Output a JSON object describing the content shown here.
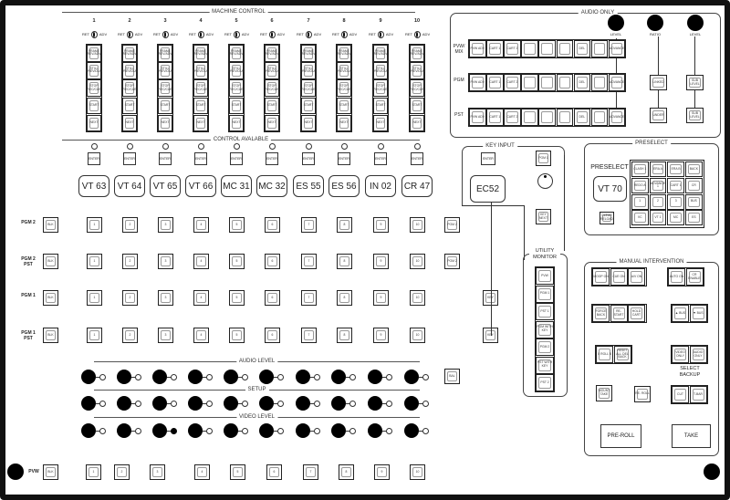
{
  "machine_control": {
    "title": "MACHINE CONTROL",
    "numbers": [
      "1",
      "2",
      "3",
      "4",
      "5",
      "6",
      "7",
      "8",
      "9",
      "10"
    ],
    "ret_label": "RET",
    "adv_label": "ADV",
    "buttons": [
      "FRAME REV/ADV",
      "STILL PREVIOUS",
      "STOP REC/CUE",
      "START",
      "NEXT"
    ]
  },
  "control_available": {
    "title": "CONTROL AVALABLE",
    "enter_label": "ENTER",
    "sources": [
      "VT 63",
      "VT 64",
      "VT 65",
      "VT 66",
      "MC 31",
      "MC 32",
      "ES 55",
      "ES 56",
      "IN 02",
      "CR 47"
    ]
  },
  "crosspoints": {
    "rows": [
      {
        "label": "PGM 2",
        "buttons": [
          "BLK",
          "1",
          "2",
          "3",
          "4",
          "5",
          "6",
          "7",
          "8",
          "9",
          "10"
        ],
        "extra": "PGM 2"
      },
      {
        "label": "PGM 2 PST",
        "buttons": [
          "BLK",
          "1",
          "2",
          "3",
          "4",
          "5",
          "6",
          "7",
          "8",
          "9",
          "10"
        ],
        "extra": "PGM 2"
      },
      {
        "label": "PGM 1",
        "buttons": [
          "BLK",
          "1",
          "2",
          "3",
          "4",
          "5",
          "6",
          "7",
          "8",
          "9",
          "10"
        ],
        "extra": "KEY"
      },
      {
        "label": "PGM 1 PST",
        "buttons": [
          "BLK",
          "1",
          "2",
          "3",
          "4",
          "5",
          "6",
          "7",
          "8",
          "9",
          "10"
        ],
        "extra": "KEY"
      }
    ],
    "pvw": {
      "label": "PVW",
      "buttons": [
        "BLK",
        "1",
        "2",
        "3",
        "4",
        "5",
        "6",
        "7",
        "8",
        "9",
        "10"
      ]
    }
  },
  "knob_rows": {
    "audio_level": "AUDIO LEVEL",
    "setup": "SETUP",
    "video_level": "VIDEO LEVEL",
    "audio_button": "BAL"
  },
  "audio_only": {
    "title": "AUDIO ONLY",
    "knob_labels": [
      "LEVEL",
      "RATIO",
      "LEVEL"
    ],
    "rows": [
      {
        "label": "PVW/ MIX",
        "buttons": [
          "PVW ADV",
          "CART 1",
          "CART 2",
          "",
          "",
          "",
          "DEL",
          "",
          "ADVANCE"
        ]
      },
      {
        "label": "PGM",
        "buttons": [
          "PVW ADV",
          "CART 1",
          "CART 2",
          "",
          "",
          "",
          "DEL",
          "",
          "ADVANCE"
        ]
      },
      {
        "label": "PST",
        "buttons": [
          "PVW ADV",
          "CART 1",
          "CART 2",
          "",
          "",
          "",
          "DEL",
          "",
          "ADVANCE"
        ]
      }
    ],
    "ratio_buttons": [
      "LINKED",
      "UNDER"
    ],
    "level_buttons": [
      "SUB LEVEL",
      "SUB LEVEL"
    ]
  },
  "key_input": {
    "title": "KEY INPUT",
    "enter_label": "ENTER",
    "source": "EC52",
    "buttons": [
      "PGM 1",
      "KEY NEXT"
    ]
  },
  "preselect": {
    "title": "PRESELECT",
    "label": "PRESELECT",
    "source": "VT 70",
    "clear_label": "CLEAR RELOAD",
    "grid": [
      "CLASH 1",
      "ERA A",
      "ERA B",
      "BACK",
      "REDO A",
      "ADVANCE 1",
      "CART 1",
      "CR",
      "1",
      "2",
      "3",
      "BUS",
      "VC",
      "VT 1",
      "MC",
      "ES"
    ]
  },
  "utility_monitor": {
    "title": "UTILITY MONITOR",
    "buttons": [
      "PVW",
      "PGM 1",
      "PST 1",
      "PGM WITH KEY",
      "PGM 2",
      "PST WITH KEY",
      "PST 2"
    ]
  },
  "manual_intervention": {
    "title": "MANUAL INTERVENTION",
    "row1": [
      "MOOP ON",
      "CUE ON",
      "A/V ON"
    ],
    "row1_right": [
      "AUTO ON",
      "CR ENABLE"
    ],
    "row2": [
      "FORCE BACK",
      "RE- START",
      "HOLD CART"
    ],
    "row2_right": [
      "▲ BUS",
      "▼ BUS"
    ],
    "row3": [
      "X ROLL B",
      "RESET ALL DEL BACK"
    ],
    "select_backup": [
      "VIDEO ONLY",
      "AUDIO ONLY"
    ],
    "select_backup_label": "SELECT BACKUP",
    "row4": [
      "MOUNT TAKE",
      "RE- ROLL",
      "CUT",
      "T-BAR"
    ],
    "pre_roll": "PRE-ROLL",
    "take": "TAKE"
  }
}
